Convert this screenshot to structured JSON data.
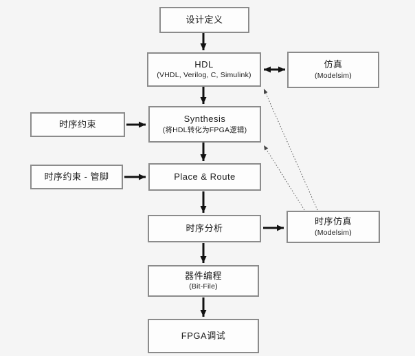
{
  "diagram": {
    "nodes": {
      "design_definition": {
        "title": "设计定义"
      },
      "hdl": {
        "title": "HDL",
        "subtitle": "(VHDL, Verilog, C, Simulink)"
      },
      "simulation": {
        "title": "仿真",
        "subtitle": "(Modelsim)"
      },
      "timing_constraints": {
        "title": "时序约束"
      },
      "synthesis": {
        "title": "Synthesis",
        "subtitle": "(将HDL转化为FPGA逻辑)"
      },
      "timing_constraints_pins": {
        "title": "时序约束 - 管脚"
      },
      "place_route": {
        "title": "Place & Route"
      },
      "timing_analysis": {
        "title": "时序分析"
      },
      "timing_simulation": {
        "title": "时序仿真",
        "subtitle": "(Modelsim)"
      },
      "device_programming": {
        "title": "器件编程",
        "subtitle": "(Bit-File)"
      },
      "fpga_debug": {
        "title": "FPGA调试"
      }
    },
    "edges": [
      {
        "from": "design_definition",
        "to": "hdl",
        "style": "solid",
        "bidirectional": false
      },
      {
        "from": "hdl",
        "to": "simulation",
        "style": "solid",
        "bidirectional": true
      },
      {
        "from": "hdl",
        "to": "synthesis",
        "style": "solid",
        "bidirectional": false
      },
      {
        "from": "timing_constraints",
        "to": "synthesis",
        "style": "solid",
        "bidirectional": false
      },
      {
        "from": "synthesis",
        "to": "place_route",
        "style": "solid",
        "bidirectional": false
      },
      {
        "from": "timing_constraints_pins",
        "to": "place_route",
        "style": "solid",
        "bidirectional": false
      },
      {
        "from": "place_route",
        "to": "timing_analysis",
        "style": "solid",
        "bidirectional": false
      },
      {
        "from": "timing_analysis",
        "to": "timing_simulation",
        "style": "solid",
        "bidirectional": false
      },
      {
        "from": "timing_analysis",
        "to": "device_programming",
        "style": "solid",
        "bidirectional": false
      },
      {
        "from": "device_programming",
        "to": "fpga_debug",
        "style": "solid",
        "bidirectional": false
      },
      {
        "from": "timing_simulation",
        "to": "synthesis",
        "style": "dotted",
        "bidirectional": false
      },
      {
        "from": "timing_simulation",
        "to": "hdl",
        "style": "dotted",
        "bidirectional": false
      }
    ],
    "colors": {
      "background": "#f5f5f5",
      "node_fill": "#fdfdfd",
      "node_border": "#8b8b8b",
      "arrow": "#111111",
      "dotted_arrow": "#555555",
      "text": "#1b1b1b"
    }
  }
}
